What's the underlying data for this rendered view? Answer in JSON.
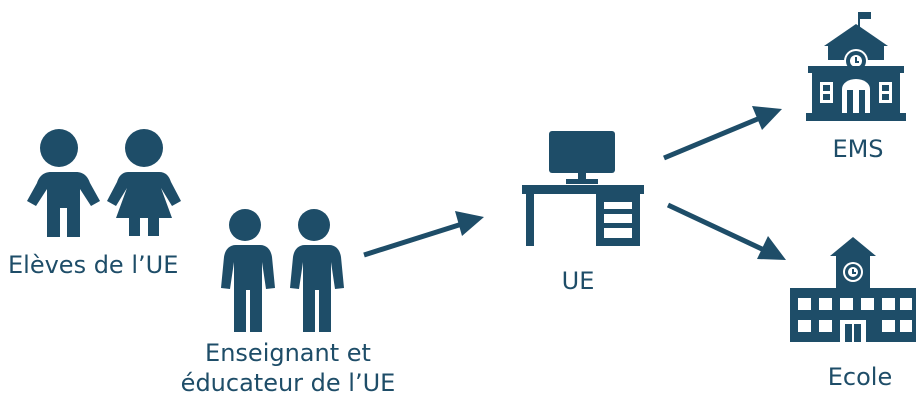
{
  "colors": {
    "icon": "#1e4d68",
    "text": "#1e4d68",
    "background": "#ffffff"
  },
  "nodes": {
    "pupils": {
      "label": "Elèves de l’UE",
      "icon": "children-icon"
    },
    "teachers": {
      "label_line1": "Enseignant et",
      "label_line2": "éducateur de l’UE",
      "icon": "adults-icon"
    },
    "ue": {
      "label": "UE",
      "icon": "desk-computer-icon"
    },
    "ems": {
      "label": "EMS",
      "icon": "historic-building-icon"
    },
    "ecole": {
      "label": "Ecole",
      "icon": "school-icon"
    }
  },
  "edges": [
    {
      "from": "teachers",
      "to": "ue"
    },
    {
      "from": "ue",
      "to": "ems"
    },
    {
      "from": "ue",
      "to": "ecole"
    }
  ]
}
